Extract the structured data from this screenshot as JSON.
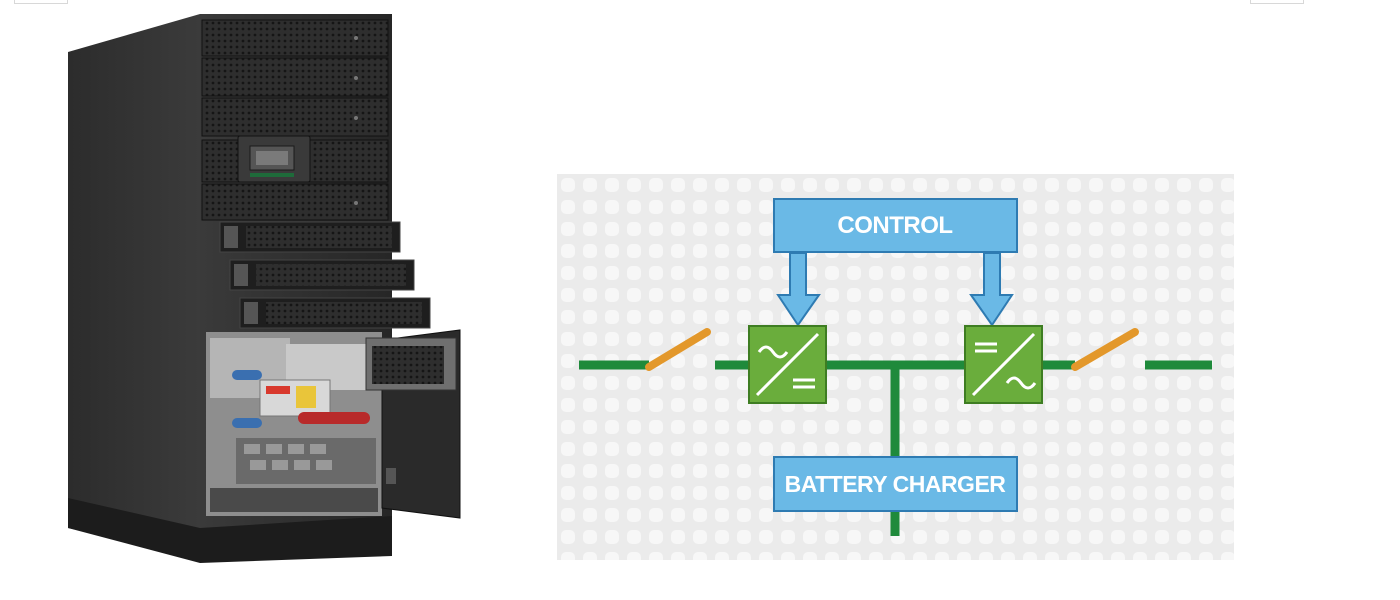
{
  "images": {
    "cabinet": {
      "name": "modular-ups-cabinet",
      "description_visible": false
    }
  },
  "diagram": {
    "control_label": "CONTROL",
    "battery_label": "BATTERY CHARGER",
    "rectifier_symbol": "ac-to-dc",
    "inverter_symbol": "dc-to-ac",
    "colors": {
      "box_fill": "#6ab9e6",
      "box_stroke": "#2e7bb2",
      "line": "#1f8a3b",
      "converter_fill": "#6aad3c",
      "converter_stroke": "#3e7d22",
      "switch": "#e3982b",
      "background": "#ebebeb",
      "dot": "#f7f7f7"
    }
  }
}
